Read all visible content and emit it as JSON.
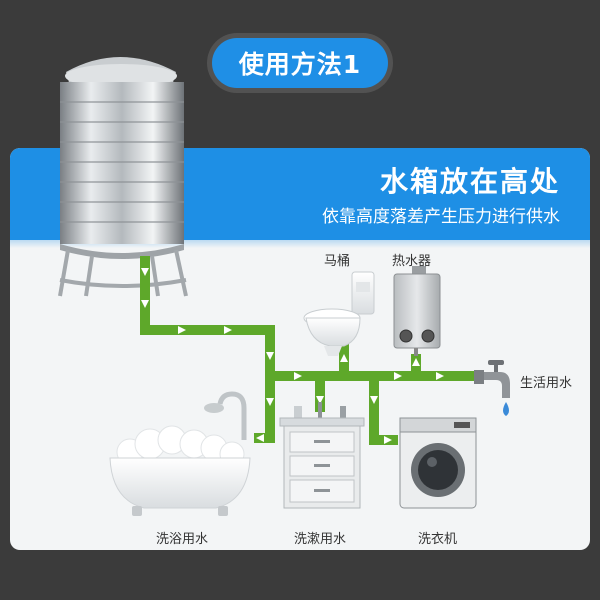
{
  "badge": {
    "label": "使用方法1"
  },
  "header": {
    "title": "水箱放在高处",
    "subtitle": "依靠高度落差产生压力进行供水"
  },
  "labels": {
    "toilet": "马桶",
    "water_heater": "热水器",
    "domestic_water": "生活用水",
    "bath_water": "洗浴用水",
    "wash_water": "洗漱用水",
    "washing_machine": "洗衣机"
  },
  "colors": {
    "badge_blue": "#1f8fe6",
    "header_blue": "#1e8fe5",
    "pipe_green": "#5ea82a",
    "arrow_white": "#ffffff",
    "background_dark": "#3b3b3b"
  },
  "icons": [
    "water-tank-icon",
    "toilet-icon",
    "water-heater-icon",
    "faucet-icon",
    "bathtub-icon",
    "vanity-cabinet-icon",
    "washing-machine-icon",
    "flow-arrow-icon"
  ]
}
